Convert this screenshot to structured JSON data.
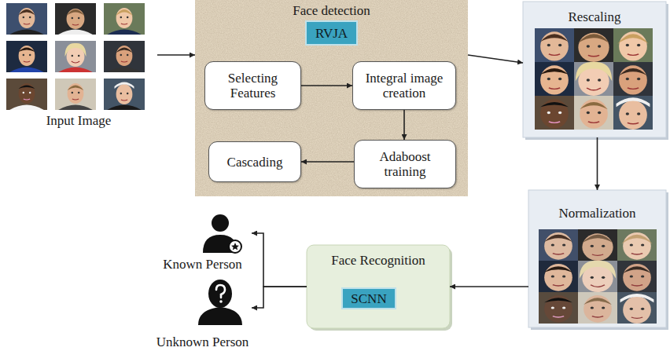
{
  "diagram": {
    "nodes": [
      {
        "text": [
          "Input Image"
        ]
      },
      {
        "text": [
          "Face detection"
        ]
      },
      {
        "text": [
          "RVJA"
        ],
        "in": 1
      },
      {
        "text": [
          "Selecting Features"
        ],
        "in": 1
      },
      {
        "text": [
          "Integral image creation"
        ],
        "in": 1
      },
      {
        "text": [
          "Adaboost training"
        ],
        "in": 1
      },
      {
        "text": [
          "Cascading"
        ],
        "in": 1
      },
      {
        "text": [
          "Rescaling"
        ]
      },
      {
        "text": [
          "Normalization"
        ]
      },
      {
        "text": [
          "Face Recognition"
        ]
      },
      {
        "text": [
          "SCNN"
        ],
        "in": 9
      },
      {
        "text": [
          "Known Person"
        ]
      },
      {
        "text": [
          "Unknown Person"
        ]
      }
    ],
    "edges": [
      {
        "from": 0,
        "to": 1,
        "arrow": "to"
      },
      {
        "from": 3,
        "to": 4,
        "arrow": "to"
      },
      {
        "from": 4,
        "to": 5,
        "arrow": "to"
      },
      {
        "from": 5,
        "to": 6,
        "arrow": "to"
      },
      {
        "from": 1,
        "to": 7,
        "arrow": "to"
      },
      {
        "from": 7,
        "to": 8,
        "arrow": "to"
      },
      {
        "from": 8,
        "to": 9,
        "arrow": "to"
      },
      {
        "from": 9,
        "to": 11,
        "arrow": "to"
      },
      {
        "from": 9,
        "to": 12,
        "arrow": "to"
      }
    ]
  }
}
